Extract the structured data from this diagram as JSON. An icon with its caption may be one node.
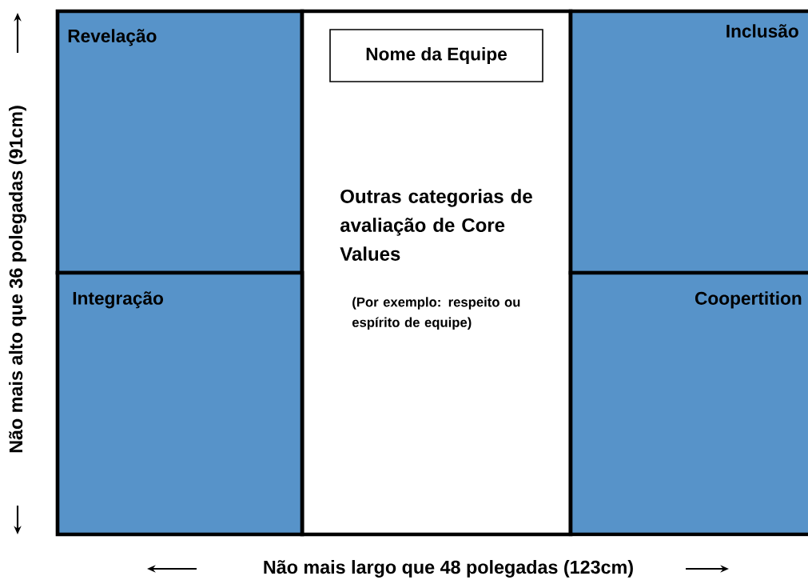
{
  "diagram": {
    "nodes": [
      {
        "text": [
          "Revelação"
        ]
      },
      {
        "text": [
          "Outras categorias de avaliação de Core Values",
          "(Por exemplo: respeito ou espírito de equipe)"
        ]
      },
      {
        "text": [
          "Nome da Equipe"
        ],
        "in": 1
      },
      {
        "text": [
          "Inclusão"
        ]
      },
      {
        "text": [
          "Integração"
        ]
      },
      {
        "text": [
          "Coopertition"
        ]
      }
    ],
    "labels": [
      "Não mais alto que 36 polegadas (91cm)",
      "Não mais largo que 48 polegadas (123cm)"
    ]
  }
}
